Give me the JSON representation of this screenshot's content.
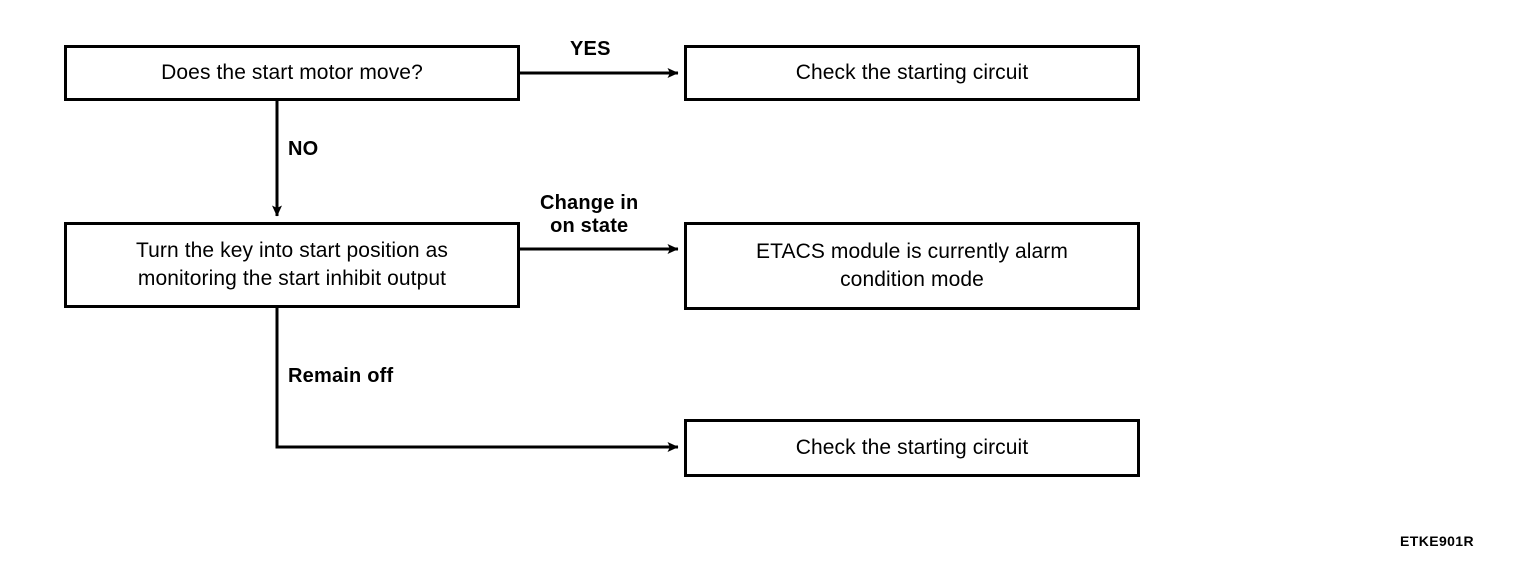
{
  "figure": {
    "code": "ETKE901R",
    "background_color": "#ffffff",
    "line_color": "#000000"
  },
  "nodes": [
    {
      "id": "start-motor",
      "text": "Does the start motor move?"
    },
    {
      "id": "check-circuit-1",
      "text": "Check the starting circuit"
    },
    {
      "id": "turn-key",
      "text": "Turn the key into start position as\nmonitoring the start inhibit output"
    },
    {
      "id": "etacs-alarm",
      "text": "ETACS module is currently alarm\ncondition mode"
    },
    {
      "id": "check-circuit-2",
      "text": "Check the starting circuit"
    }
  ],
  "edges": [
    {
      "id": "yes",
      "label": "YES",
      "from": "start-motor",
      "to": "check-circuit-1"
    },
    {
      "id": "no",
      "label": "NO",
      "from": "start-motor",
      "to": "turn-key"
    },
    {
      "id": "change-in-on-state",
      "label": "Change in\non state",
      "from": "turn-key",
      "to": "etacs-alarm"
    },
    {
      "id": "remain-off",
      "label": "Remain off",
      "from": "turn-key",
      "to": "check-circuit-2"
    }
  ]
}
